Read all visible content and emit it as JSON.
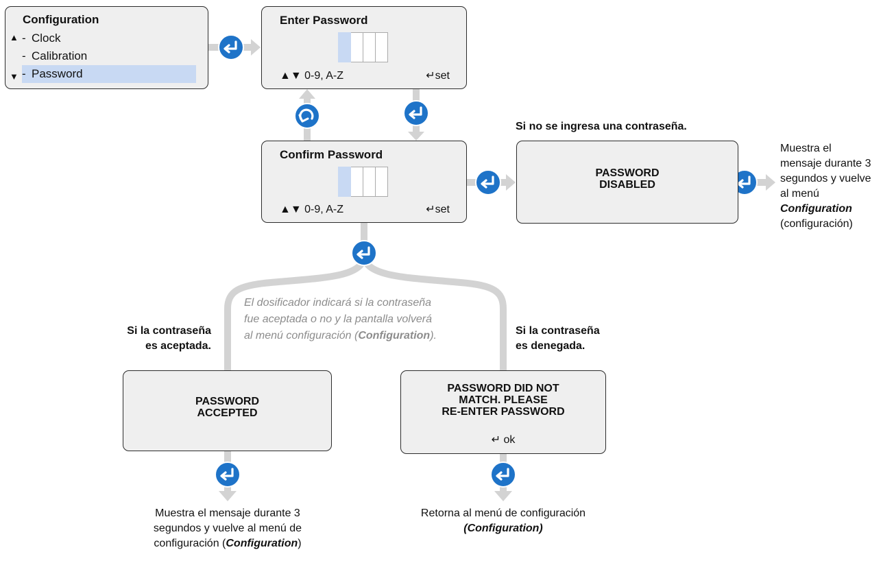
{
  "config_menu": {
    "title": "Configuration",
    "items": [
      "Clock",
      "Calibration",
      "Password"
    ],
    "selected_index": 2,
    "up_glyph": "▲",
    "down_glyph": "▼"
  },
  "enter_password": {
    "title": "Enter Password",
    "hint": "▲▼ 0-9, A-Z",
    "set": "↵set"
  },
  "confirm_password": {
    "title": "Confirm Password",
    "hint": "▲▼ 0-9, A-Z",
    "set": "↵set"
  },
  "disabled": {
    "caption": "Si no se ingresa una contraseña.",
    "line1": "PASSWORD",
    "line2": "DISABLED",
    "side_line1": "Muestra el",
    "side_line2": "mensaje durante 3",
    "side_line3": "segundos y vuelve",
    "side_line4": "al menú",
    "side_line5": "Configuration",
    "side_line6": "(configuración)"
  },
  "note": {
    "line1": "El dosificador indicará si la contraseña",
    "line2": "fue aceptada o no y la pantalla volverá",
    "line3_pre": "al menú configuración (",
    "line3_bold": "Configuration",
    "line3_post": ")."
  },
  "accepted": {
    "caption_line1": "Si la contraseña",
    "caption_line2": "es aceptada.",
    "line1": "PASSWORD",
    "line2": "ACCEPTED",
    "bottom_line1": "Muestra el mensaje durante 3",
    "bottom_line2": "segundos y vuelve al menú de",
    "bottom_line3_pre": "configuración (",
    "bottom_line3_bold": "Configuration",
    "bottom_line3_post": ")"
  },
  "denied": {
    "caption_line1": "Si la contraseña",
    "caption_line2": "es denegada.",
    "line1": "PASSWORD DID NOT",
    "line2": "MATCH. PLEASE",
    "line3": "RE-ENTER PASSWORD",
    "ok": "↵ ok",
    "bottom_line1": "Retorna al menú de configuración",
    "bottom_line2": "(Configuration)"
  },
  "colors": {
    "button_blue": "#1e73c8",
    "connector_gray": "#d3d3d3",
    "selection_blue": "#c8d9f3",
    "screen_fill": "#efefef"
  },
  "icons": [
    "enter-icon",
    "back-icon"
  ]
}
